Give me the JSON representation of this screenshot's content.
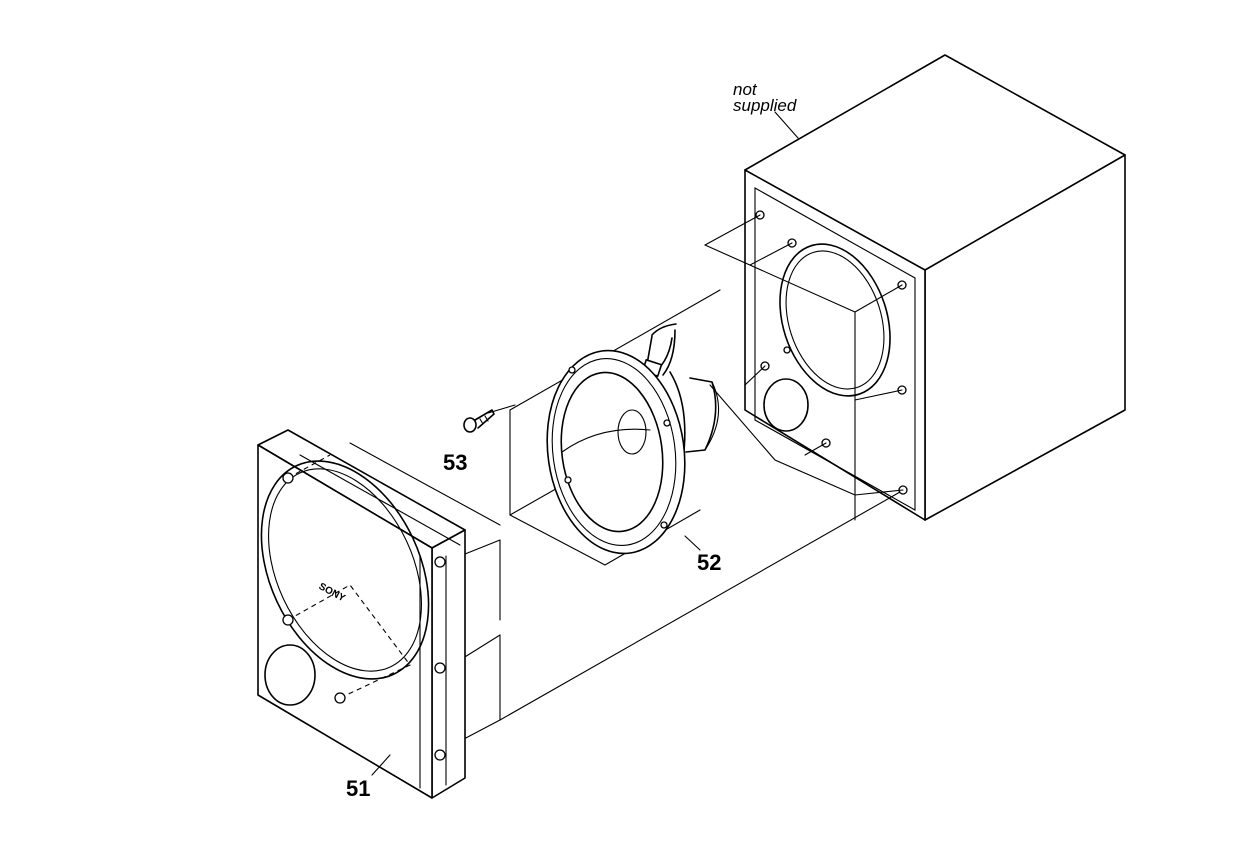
{
  "note": {
    "line1": "not",
    "line2": "supplied"
  },
  "callouts": {
    "front_grille": "51",
    "speaker_unit": "52",
    "screw": "53"
  },
  "logo_text": "SONY"
}
